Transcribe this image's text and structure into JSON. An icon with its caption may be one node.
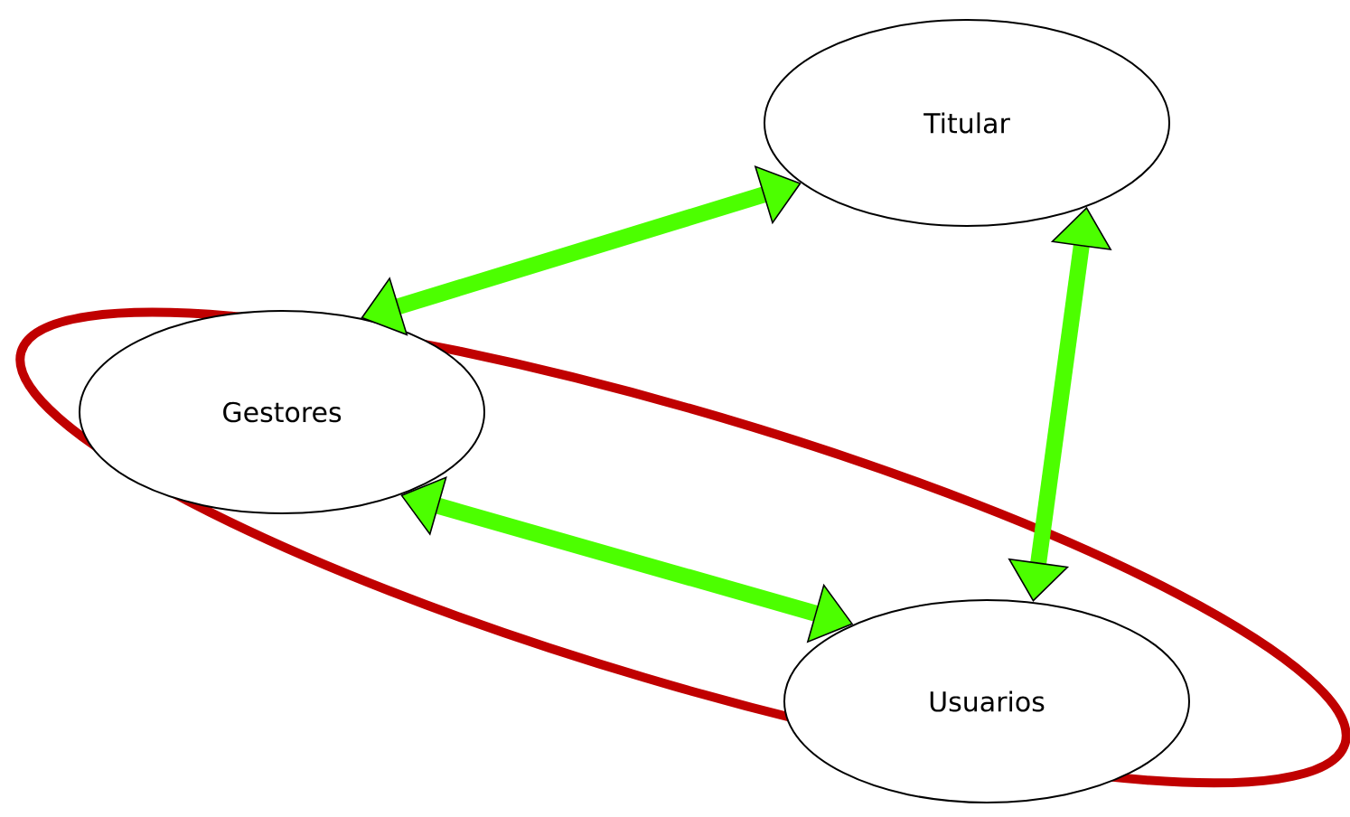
{
  "diagram": {
    "nodes": [
      {
        "text": [
          "Titular"
        ]
      },
      {
        "text": [],
        "shape": "ellipse"
      },
      {
        "text": [
          "Gestores"
        ],
        "in": 1
      },
      {
        "text": [
          "Usuarios"
        ]
      }
    ],
    "edges": [
      {
        "from": 2,
        "to": 0,
        "arrow": "both"
      },
      {
        "from": 0,
        "to": 3,
        "arrow": "both"
      },
      {
        "from": 2,
        "to": 3,
        "arrow": "both"
      }
    ]
  }
}
